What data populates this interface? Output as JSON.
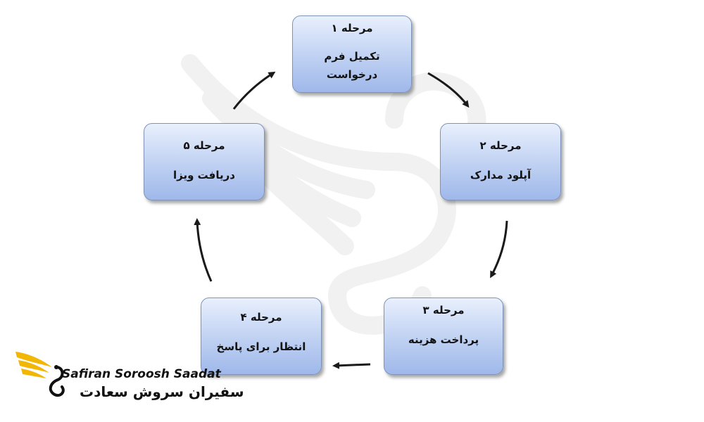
{
  "steps": [
    {
      "title": "مرحله ۱",
      "desc_line1": "تکمیل فرم",
      "desc_line2": "درخواست"
    },
    {
      "title": "مرحله ۲",
      "desc_line1": "آپلود مدارک",
      "desc_line2": ""
    },
    {
      "title": "مرحله ۳",
      "desc_line1": "پرداخت هزینه",
      "desc_line2": ""
    },
    {
      "title": "مرحله ۴",
      "desc_line1": "انتظار برای پاسخ",
      "desc_line2": ""
    },
    {
      "title": "مرحله ۵",
      "desc_line1": "دریافت ویزا",
      "desc_line2": ""
    }
  ],
  "logo": {
    "name_en": "Safiran Soroosh Saadat",
    "name_fa": "سفیران سروش سعادت",
    "icon": "wing-swan-logo-icon",
    "accent_color": "#f2b705"
  },
  "watermark": {
    "icon": "wing-swan-watermark"
  },
  "colors": {
    "box_top": "#e9f0fd",
    "box_bottom": "#9fb8ea",
    "box_border": "#7d94b8",
    "arrow": "#1a1a1a"
  }
}
